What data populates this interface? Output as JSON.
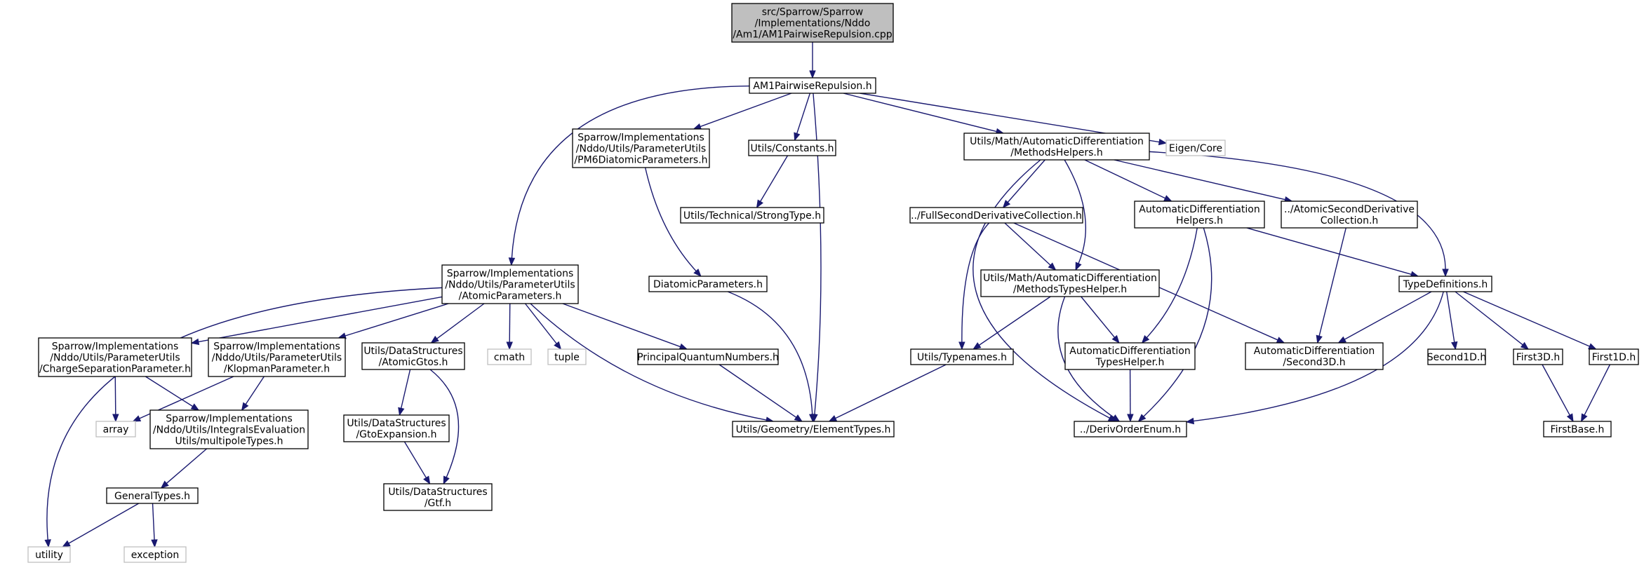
{
  "colors": {
    "edge": "#191970",
    "box_border": "#000000",
    "external_border": "#bfbfbf",
    "root_fill": "#bfbfbf"
  },
  "nodes": {
    "root": {
      "lines": [
        "src/Sparrow/Sparrow",
        "/Implementations/Nddo",
        "/Am1/AM1PairwiseRepulsion.cpp"
      ]
    },
    "am1h": {
      "lines": [
        "AM1PairwiseRepulsion.h"
      ]
    },
    "pm6diat": {
      "lines": [
        "Sparrow/Implementations",
        "/Nddo/Utils/ParameterUtils",
        "/PM6DiatomicParameters.h"
      ]
    },
    "constants": {
      "lines": [
        "Utils/Constants.h"
      ]
    },
    "methodshelpers": {
      "lines": [
        "Utils/Math/AutomaticDifferentiation",
        "/MethodsHelpers.h"
      ]
    },
    "eigen": {
      "lines": [
        "Eigen/Core"
      ]
    },
    "strongtype": {
      "lines": [
        "Utils/Technical/StrongType.h"
      ]
    },
    "fullsecond": {
      "lines": [
        "../FullSecondDerivativeCollection.h"
      ]
    },
    "adhelpers": {
      "lines": [
        "AutomaticDifferentiation",
        "Helpers.h"
      ]
    },
    "atomicsecond": {
      "lines": [
        "../AtomicSecondDerivative",
        "Collection.h"
      ]
    },
    "atomicparams": {
      "lines": [
        "Sparrow/Implementations",
        "/Nddo/Utils/ParameterUtils",
        "/AtomicParameters.h"
      ]
    },
    "diatomic": {
      "lines": [
        "DiatomicParameters.h"
      ]
    },
    "methodstypes": {
      "lines": [
        "Utils/Math/AutomaticDifferentiation",
        "/MethodsTypesHelper.h"
      ]
    },
    "typedefs": {
      "lines": [
        "TypeDefinitions.h"
      ]
    },
    "chargesep": {
      "lines": [
        "Sparrow/Implementations",
        "/Nddo/Utils/ParameterUtils",
        "/ChargeSeparationParameter.h"
      ]
    },
    "klopman": {
      "lines": [
        "Sparrow/Implementations",
        "/Nddo/Utils/ParameterUtils",
        "/KlopmanParameter.h"
      ]
    },
    "atomicgtos": {
      "lines": [
        "Utils/DataStructures",
        "/AtomicGtos.h"
      ]
    },
    "cmath": {
      "lines": [
        "cmath"
      ]
    },
    "tuple": {
      "lines": [
        "tuple"
      ]
    },
    "pqn": {
      "lines": [
        "PrincipalQuantumNumbers.h"
      ]
    },
    "typenames": {
      "lines": [
        "Utils/Typenames.h"
      ]
    },
    "adtypes": {
      "lines": [
        "AutomaticDifferentiation",
        "TypesHelper.h"
      ]
    },
    "second3d": {
      "lines": [
        "AutomaticDifferentiation",
        "/Second3D.h"
      ]
    },
    "second1d": {
      "lines": [
        "Second1D.h"
      ]
    },
    "first3d": {
      "lines": [
        "First3D.h"
      ]
    },
    "first1d": {
      "lines": [
        "First1D.h"
      ]
    },
    "array": {
      "lines": [
        "array"
      ]
    },
    "multipole": {
      "lines": [
        "Sparrow/Implementations",
        "/Nddo/Utils/IntegralsEvaluation",
        "Utils/multipoleTypes.h"
      ]
    },
    "gtoexp": {
      "lines": [
        "Utils/DataStructures",
        "/GtoExpansion.h"
      ]
    },
    "elemtypes": {
      "lines": [
        "Utils/Geometry/ElementTypes.h"
      ]
    },
    "derivorder": {
      "lines": [
        "../DerivOrderEnum.h"
      ]
    },
    "firstbase": {
      "lines": [
        "FirstBase.h"
      ]
    },
    "generaltypes": {
      "lines": [
        "GeneralTypes.h"
      ]
    },
    "gtf": {
      "lines": [
        "Utils/DataStructures",
        "/Gtf.h"
      ]
    },
    "utility": {
      "lines": [
        "utility"
      ]
    },
    "exception": {
      "lines": [
        "exception"
      ]
    }
  }
}
